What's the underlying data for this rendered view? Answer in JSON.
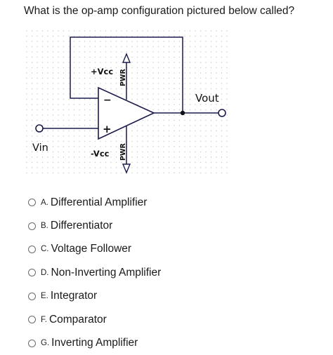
{
  "question": {
    "text": "What is the op-amp configuration pictured below called?"
  },
  "circuit": {
    "labels": {
      "vcc_pos": "+Vcc",
      "vcc_neg": "-Vcc",
      "pwr_top": "PWR",
      "pwr_bottom": "PWR",
      "vin": "Vin",
      "vout": "Vout",
      "minus": "−",
      "plus": "+"
    },
    "colors": {
      "wire": "#1a1a4d",
      "node": "#111111",
      "grid_dot": "#c8c8c8"
    }
  },
  "options": [
    {
      "letter": "A.",
      "text": "Differential Amplifier"
    },
    {
      "letter": "B.",
      "text": "Differentiator"
    },
    {
      "letter": "C.",
      "text": "Voltage Follower"
    },
    {
      "letter": "D.",
      "text": "Non-Inverting Amplifier"
    },
    {
      "letter": "E.",
      "text": "Integrator"
    },
    {
      "letter": "F.",
      "text": "Comparator"
    },
    {
      "letter": "G.",
      "text": "Inverting Amplifier"
    }
  ]
}
